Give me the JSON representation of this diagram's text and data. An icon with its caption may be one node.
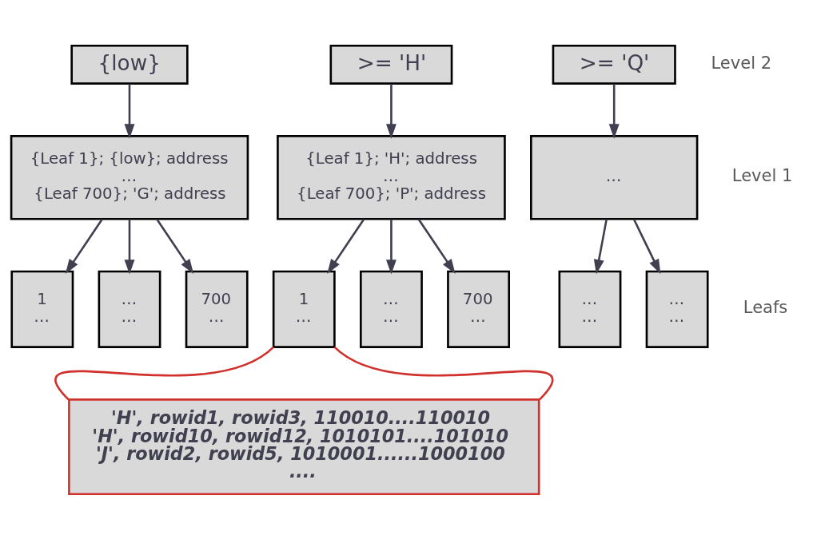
{
  "diagram": {
    "nodes": [
      {
        "text": [
          "{low}"
        ]
      },
      {
        "text": [
          ">= 'H'"
        ]
      },
      {
        "text": [
          ">= 'Q'"
        ]
      },
      {
        "text": [
          "{Leaf 1}; {low}; address",
          "…",
          "{Leaf 700}; 'G'; address"
        ]
      },
      {
        "text": [
          "{Leaf 1}; 'H'; address",
          "…",
          "{Leaf 700}; 'P'; address"
        ]
      },
      {
        "text": [
          "…"
        ]
      },
      {
        "text": [
          "1",
          "…"
        ]
      },
      {
        "text": [
          "…",
          "…"
        ]
      },
      {
        "text": [
          "700",
          "…"
        ]
      },
      {
        "text": [
          "1",
          "…"
        ]
      },
      {
        "text": [
          "…",
          "…"
        ]
      },
      {
        "text": [
          "700",
          "…"
        ]
      },
      {
        "text": [
          "…",
          "…"
        ]
      },
      {
        "text": [
          "…",
          "…"
        ]
      },
      {
        "text": [
          "'H', rowid1, rowid3, 110010....110010",
          "'H', rowid10, rowid12, 1010101....101010",
          "'J', rowid2, rowid5, 1010001......1000100",
          "...."
        ]
      }
    ],
    "edges": [
      {
        "from": 0,
        "to": 3,
        "arrow": "to"
      },
      {
        "from": 1,
        "to": 4,
        "arrow": "to"
      },
      {
        "from": 2,
        "to": 5,
        "arrow": "to"
      },
      {
        "from": 3,
        "to": 6,
        "arrow": "to"
      },
      {
        "from": 3,
        "to": 7,
        "arrow": "to"
      },
      {
        "from": 3,
        "to": 8,
        "arrow": "to"
      },
      {
        "from": 4,
        "to": 9,
        "arrow": "to"
      },
      {
        "from": 4,
        "to": 10,
        "arrow": "to"
      },
      {
        "from": 4,
        "to": 11,
        "arrow": "to"
      },
      {
        "from": 5,
        "to": 12,
        "arrow": "to"
      },
      {
        "from": 5,
        "to": 13,
        "arrow": "to"
      },
      {
        "from": 9,
        "to": 14,
        "arrow": "none",
        "color": "#d0312d"
      },
      {
        "from": 9,
        "to": 14,
        "arrow": "none",
        "color": "#d0312d"
      }
    ],
    "labels": [
      "Level 2",
      "Level 1",
      "Leafs"
    ]
  }
}
